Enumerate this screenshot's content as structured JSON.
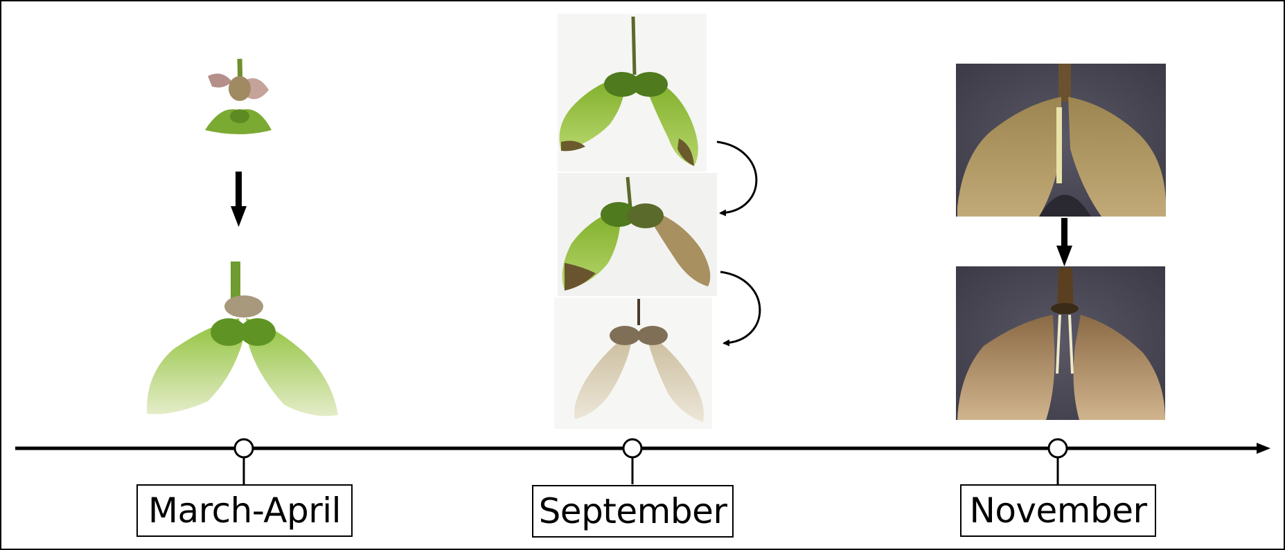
{
  "timeline": {
    "periods": [
      {
        "label": "March-April"
      },
      {
        "label": "September"
      },
      {
        "label": "November"
      }
    ]
  },
  "colors": {
    "axis": "#000000",
    "background": "#ffffff",
    "photo_light_bg": "#f4f4f2",
    "photo_dark_bg": "#4a4854",
    "young_wing": "#a8cf5a",
    "green_fruit": "#8fb836",
    "dry_wing": "#d7cbb4",
    "brown_fruit": "#a48a5c"
  }
}
